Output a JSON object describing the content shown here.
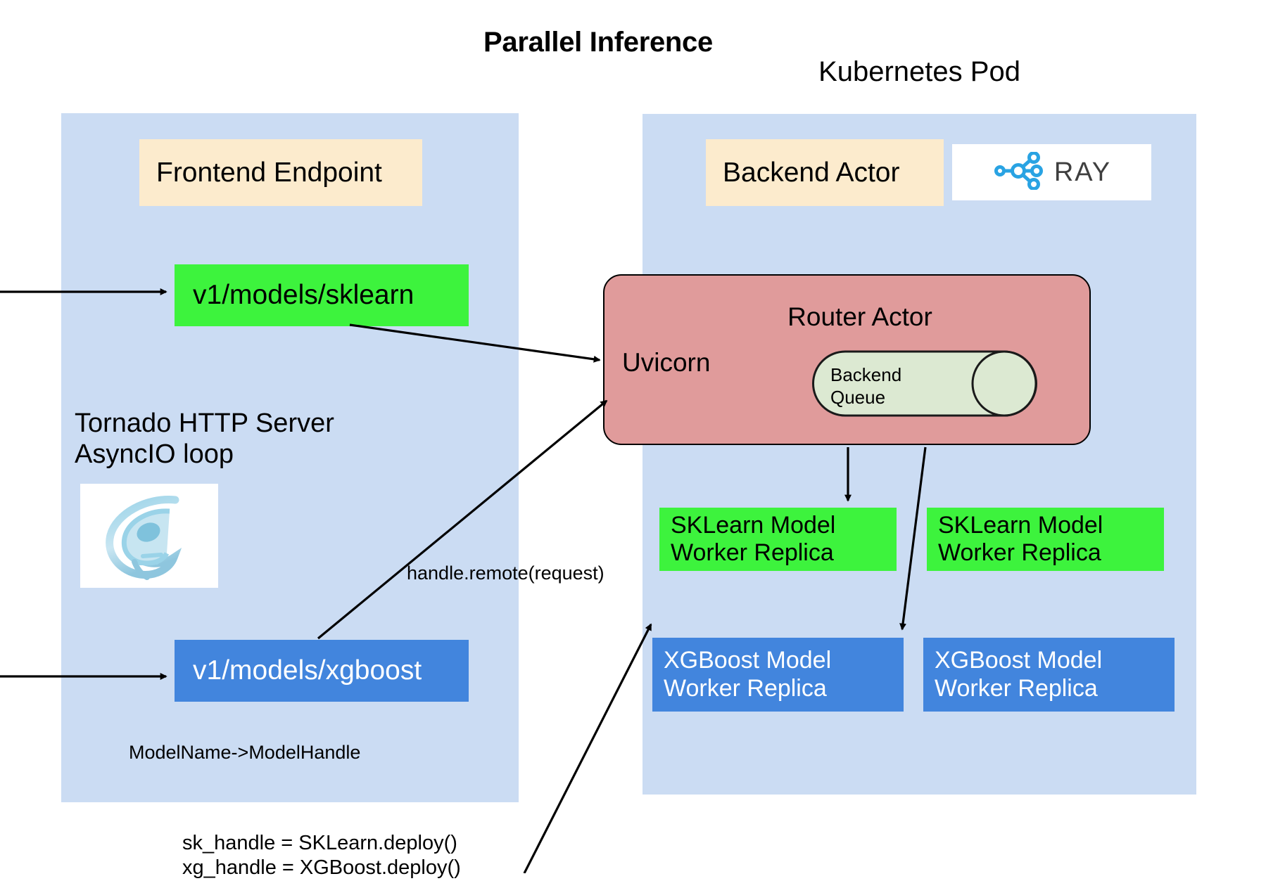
{
  "diagram": {
    "title": "Parallel Inference",
    "right_group_title": "Kubernetes Pod"
  },
  "frontend_panel": {
    "header_box": "Frontend Endpoint",
    "endpoints": [
      {
        "name": "v1/models/sklearn",
        "color": "#3df33d"
      },
      {
        "name": "v1/models/xgboost",
        "color": "#4285dd"
      }
    ],
    "server_label": "Tornado HTTP Server\nAsyncIO loop",
    "logo_name": "tornado-logo",
    "mapping_label": "ModelName->ModelHandle"
  },
  "pod_panel": {
    "header_box": "Backend Actor",
    "logo_text": "RAY",
    "logo_name": "ray-logo",
    "router": {
      "title": "Router Actor",
      "server": "Uvicorn",
      "queue": "Backend\nQueue"
    },
    "workers": [
      {
        "label": "SKLearn Model\nWorker Replica",
        "color": "#3df33d"
      },
      {
        "label": "SKLearn Model\nWorker Replica",
        "color": "#3df33d"
      },
      {
        "label": "XGBoost Model\nWorker Replica",
        "color": "#4285dd"
      },
      {
        "label": "XGBoost Model\nWorker Replica",
        "color": "#4285dd"
      }
    ]
  },
  "annotations": {
    "handle_remote": "handle.remote(request)",
    "deploy_code": "sk_handle = SKLearn.deploy()\nxg_handle = XGBoost.deploy()"
  },
  "colors": {
    "panel": "#cbdcf3",
    "cream": "#fcebcd",
    "green": "#3df33d",
    "blue": "#4285dd",
    "router_pink": "#e09b9b",
    "queue_green": "#dce9d2",
    "ray_blue": "#29a3e3",
    "stroke": "#000000"
  }
}
